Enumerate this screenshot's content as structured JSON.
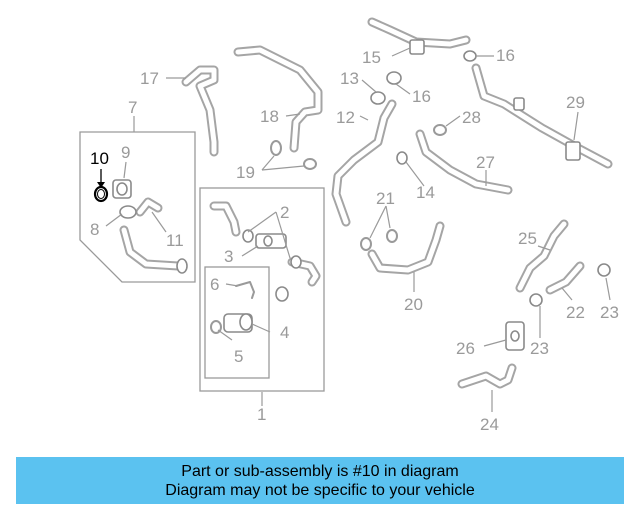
{
  "diagram": {
    "callouts": [
      "1",
      "2",
      "3",
      "4",
      "5",
      "6",
      "7",
      "8",
      "9",
      "10",
      "11",
      "12",
      "13",
      "14",
      "15",
      "16",
      "16",
      "17",
      "18",
      "19",
      "20",
      "21",
      "22",
      "23",
      "23",
      "24",
      "25",
      "26",
      "27",
      "28",
      "29"
    ],
    "highlighted_part": "10",
    "colors": {
      "lines": "#9a9a9a",
      "highlight": "#000000",
      "banner": "#5bc2f0"
    }
  },
  "banner": {
    "line1": "Part or sub-assembly is #10 in diagram",
    "line2": "Diagram may not be specific to your vehicle"
  }
}
